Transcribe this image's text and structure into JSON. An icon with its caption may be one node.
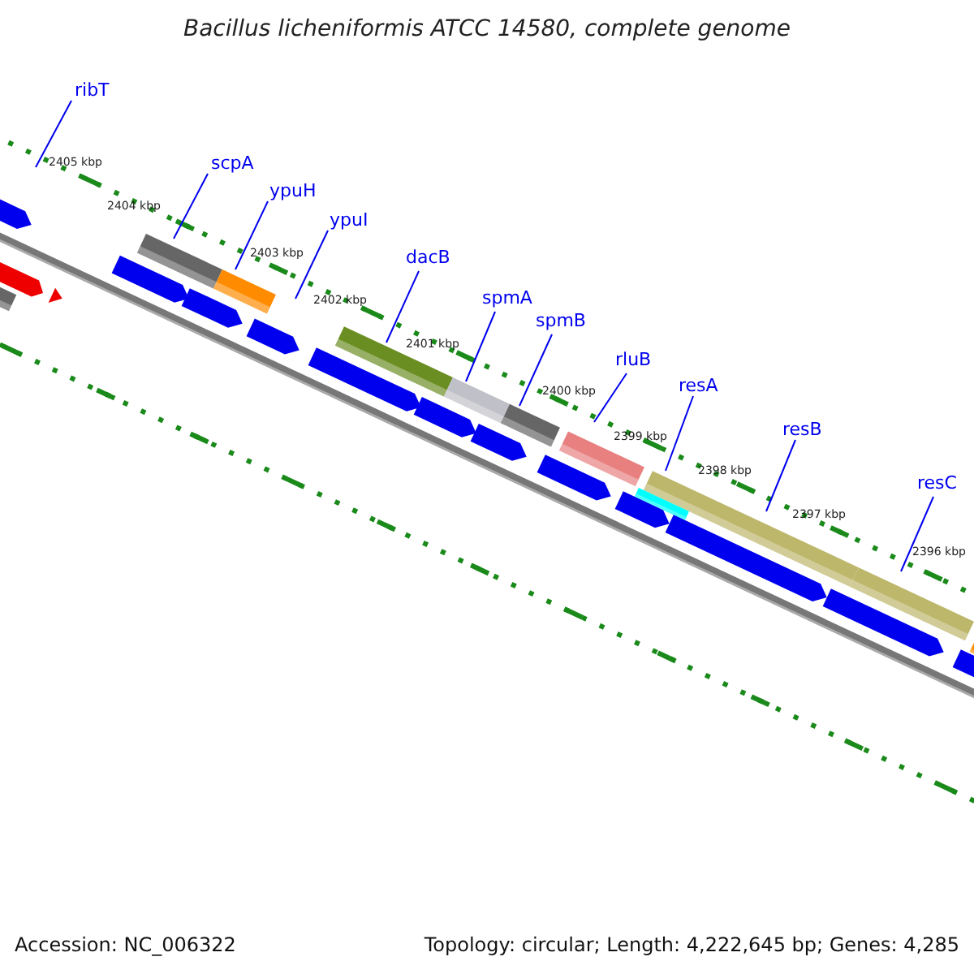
{
  "diagram": {
    "title": "Bacillus licheniformis ATCC 14580, complete genome",
    "nodes": [
      {
        "text": [
          "ribT"
        ]
      },
      {
        "text": [
          "scpA"
        ]
      },
      {
        "text": [
          "ypuH"
        ]
      },
      {
        "text": [
          "ypuI"
        ]
      },
      {
        "text": [
          "dacB"
        ]
      },
      {
        "text": [
          "spmA"
        ]
      },
      {
        "text": [
          "spmB"
        ]
      },
      {
        "text": [
          "rluB"
        ]
      },
      {
        "text": [
          "resA"
        ]
      },
      {
        "text": [
          "resB"
        ]
      },
      {
        "text": [
          "resC"
        ]
      }
    ],
    "edges": [
      {
        "from": 0,
        "to": null,
        "arrow": "none"
      },
      {
        "from": 1,
        "to": null,
        "arrow": "none"
      },
      {
        "from": 2,
        "to": null,
        "arrow": "none"
      },
      {
        "from": 3,
        "to": null,
        "arrow": "none"
      },
      {
        "from": 4,
        "to": null,
        "arrow": "none"
      },
      {
        "from": 5,
        "to": null,
        "arrow": "none"
      },
      {
        "from": 6,
        "to": null,
        "arrow": "none"
      },
      {
        "from": 7,
        "to": null,
        "arrow": "none"
      },
      {
        "from": 8,
        "to": null,
        "arrow": "none"
      },
      {
        "from": 9,
        "to": null,
        "arrow": "none"
      },
      {
        "from": 10,
        "to": null,
        "arrow": "none"
      }
    ],
    "labels": [
      "2405 kbp",
      "2404 kbp",
      "2403 kbp",
      "2402 kbp",
      "2401 kbp",
      "2400 kbp",
      "2399 kbp",
      "2398 kbp",
      "2397 kbp",
      "2396 kbp",
      "Accession: NC_006322",
      "Topology: circular; Length: 4,222,645 bp; Genes: 4,285"
    ]
  }
}
